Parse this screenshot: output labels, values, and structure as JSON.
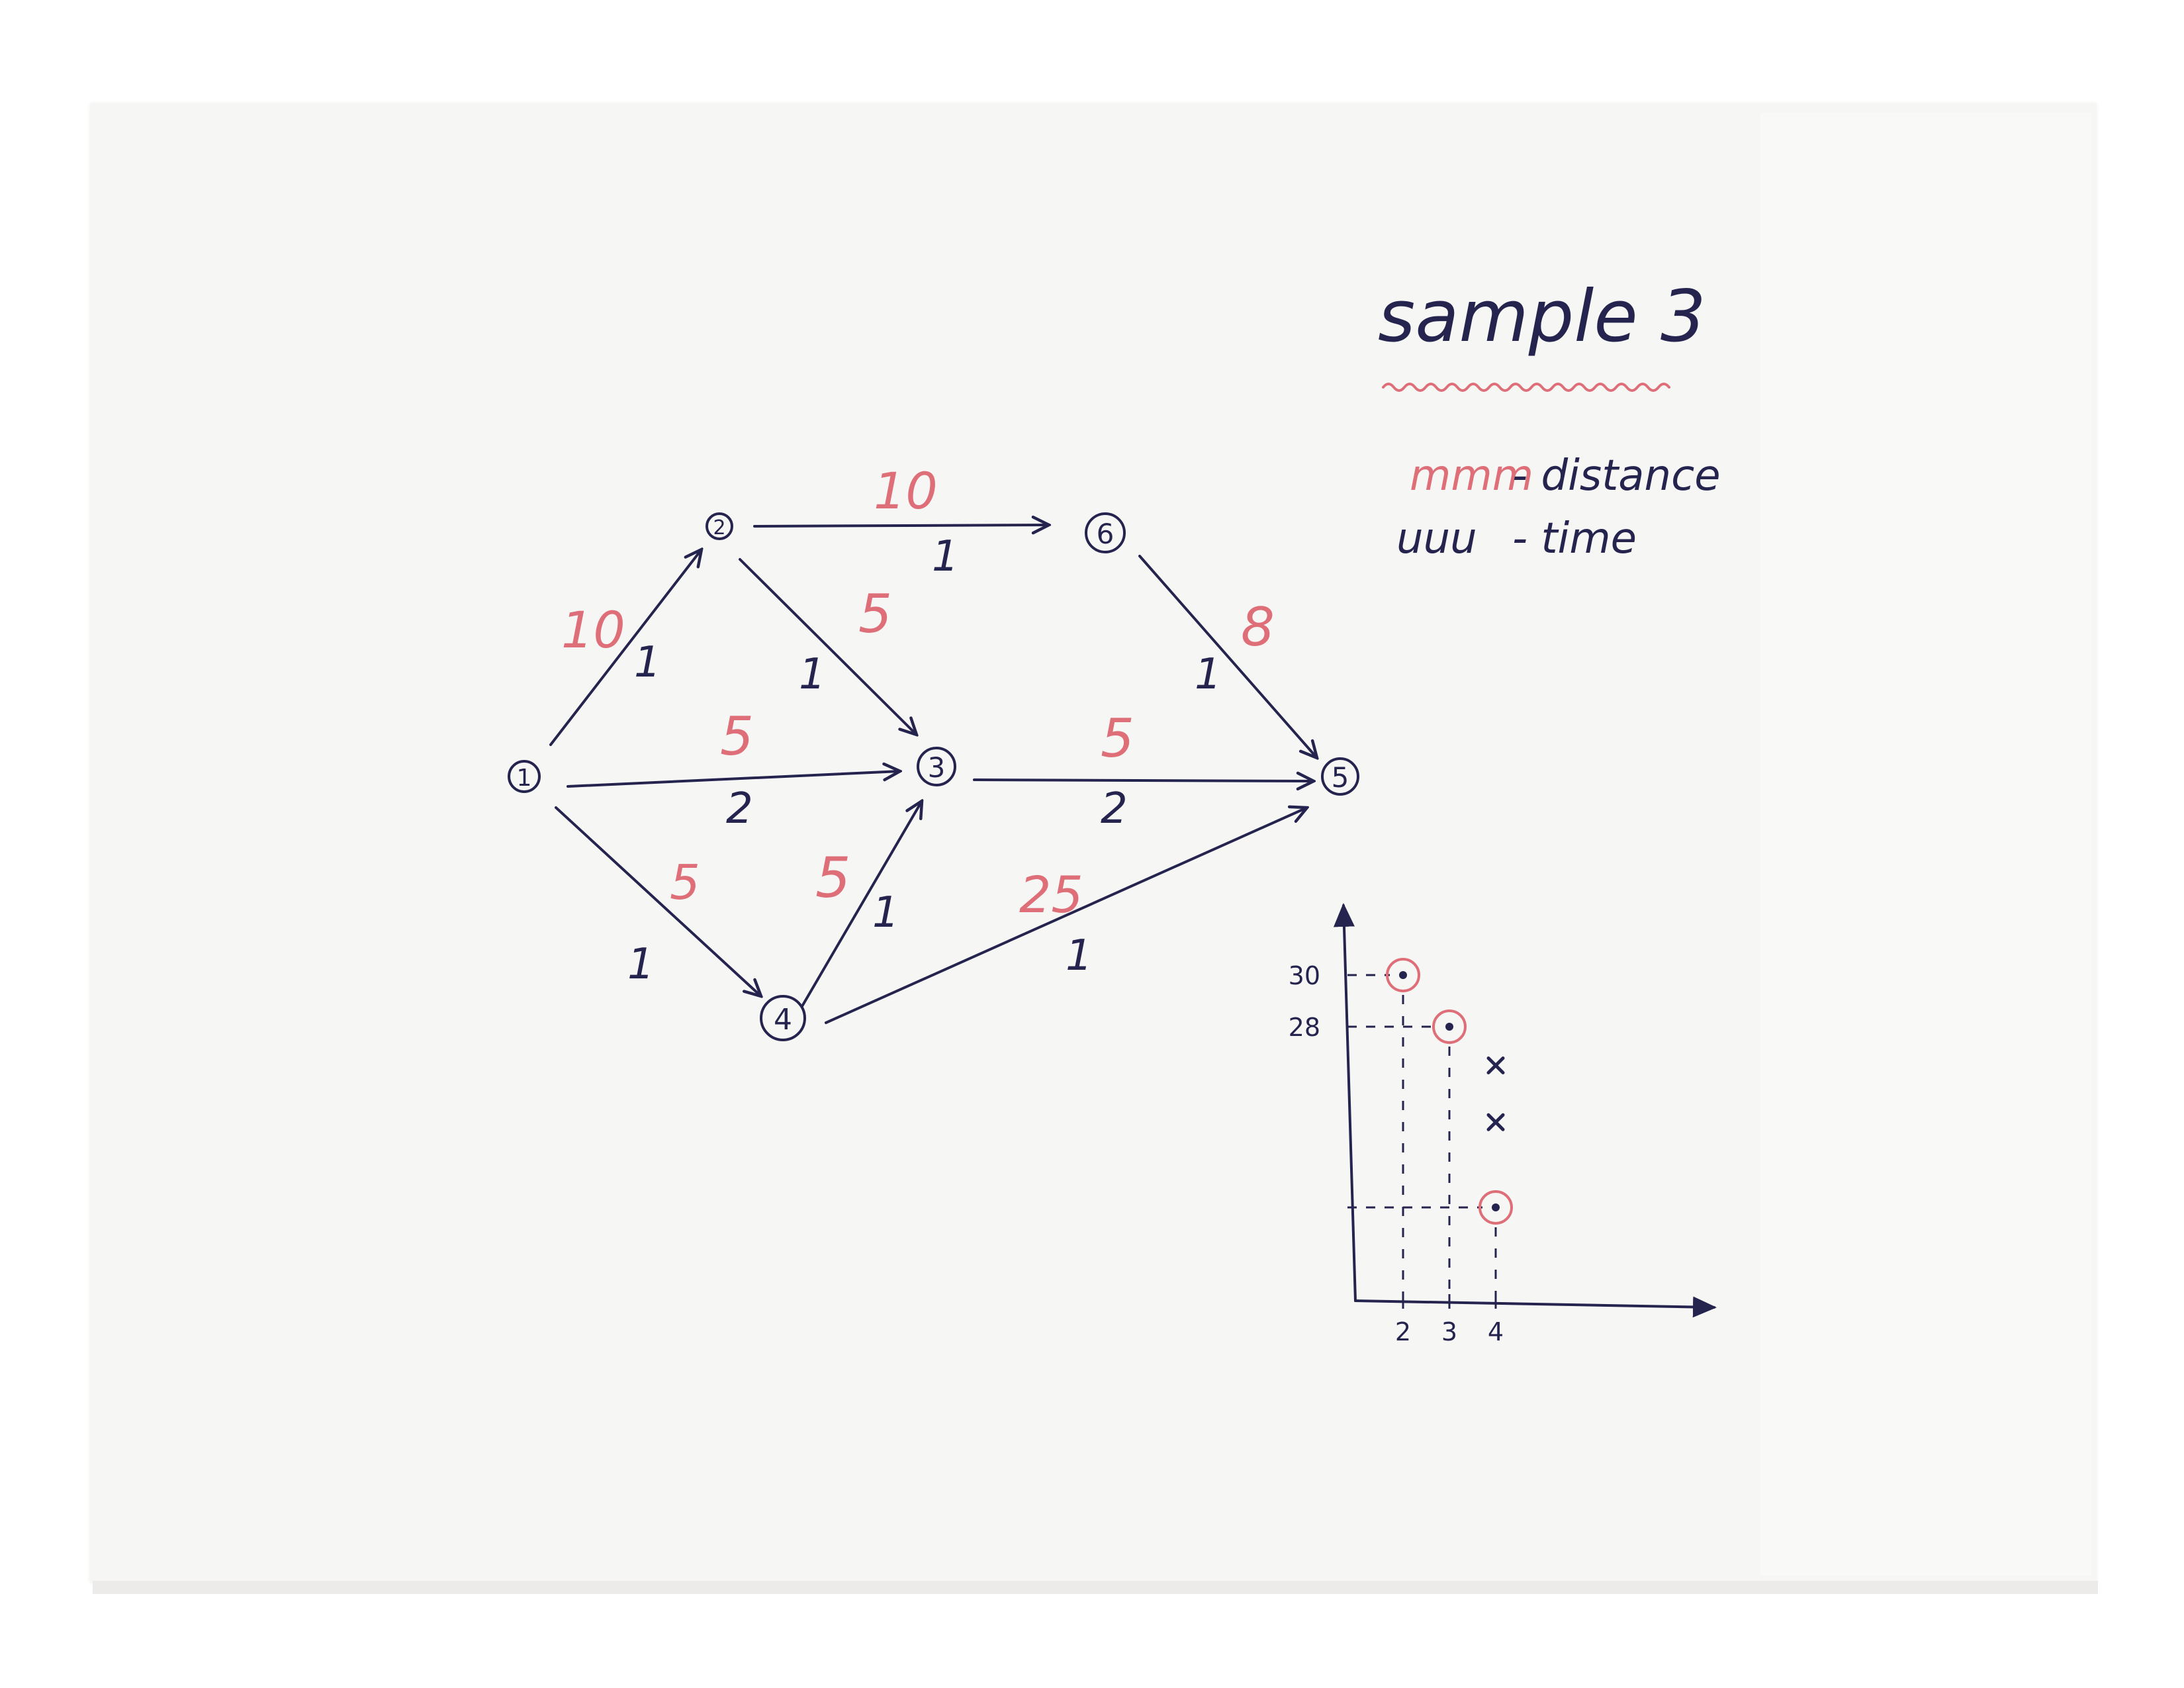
{
  "title": "sample 3",
  "colors": {
    "ink": "#25244f",
    "red": "#de6f78",
    "paper": "#f6f6f5"
  },
  "legend": {
    "distance": {
      "swatch": "mmm",
      "label": "- distance"
    },
    "time": {
      "swatch": "uuu",
      "label": "- time"
    }
  },
  "nodes": [
    {
      "id": "1",
      "label": "1"
    },
    {
      "id": "2",
      "label": "2"
    },
    {
      "id": "3",
      "label": "3"
    },
    {
      "id": "4",
      "label": "4"
    },
    {
      "id": "5",
      "label": "5"
    },
    {
      "id": "6",
      "label": "6"
    }
  ],
  "edges": [
    {
      "from": "1",
      "to": "2",
      "distance": "10",
      "time": "1"
    },
    {
      "from": "1",
      "to": "3",
      "distance": "5",
      "time": "2"
    },
    {
      "from": "1",
      "to": "4",
      "distance": "5",
      "time": "1"
    },
    {
      "from": "2",
      "to": "6",
      "distance": "10",
      "time": "1"
    },
    {
      "from": "2",
      "to": "3",
      "distance": "5",
      "time": "1"
    },
    {
      "from": "4",
      "to": "3",
      "distance": "5",
      "time": "1"
    },
    {
      "from": "3",
      "to": "5",
      "distance": "5",
      "time": "2"
    },
    {
      "from": "6",
      "to": "5",
      "distance": "8",
      "time": "1"
    },
    {
      "from": "4",
      "to": "5",
      "distance": "25",
      "time": "1"
    }
  ],
  "chart_data": {
    "type": "scatter",
    "xticks": [
      "2",
      "3",
      "4"
    ],
    "yticks": [
      "30",
      "28"
    ],
    "pareto_points": [
      {
        "x": 2,
        "y": 30
      },
      {
        "x": 3,
        "y": 28
      },
      {
        "x": 4,
        "y": 21
      }
    ],
    "dominated_points": [
      {
        "x": 4,
        "y": 26.5
      },
      {
        "x": 4,
        "y": 24.3
      }
    ]
  }
}
